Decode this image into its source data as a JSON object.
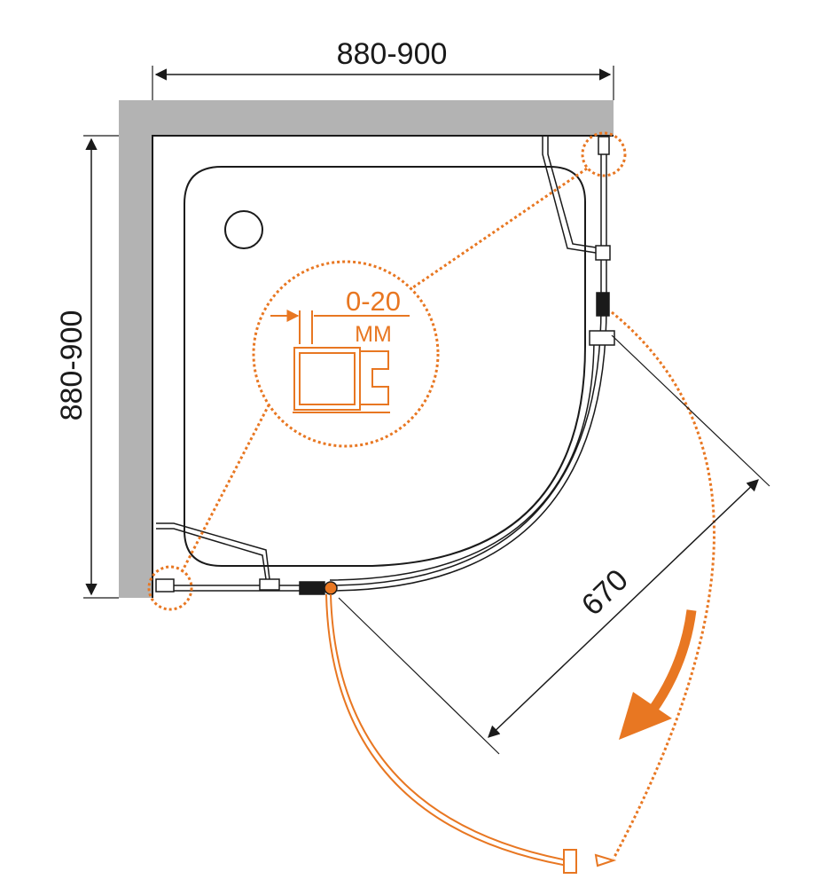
{
  "dimensions": {
    "width_label": "880-900",
    "height_label": "880-900",
    "door_opening_label": "670"
  },
  "detail": {
    "adjustment_label": "0-20",
    "unit_label": "ММ"
  },
  "colors": {
    "outline": "#1a1a1a",
    "wall_fill": "#b3b3b3",
    "accent": "#e87722"
  }
}
